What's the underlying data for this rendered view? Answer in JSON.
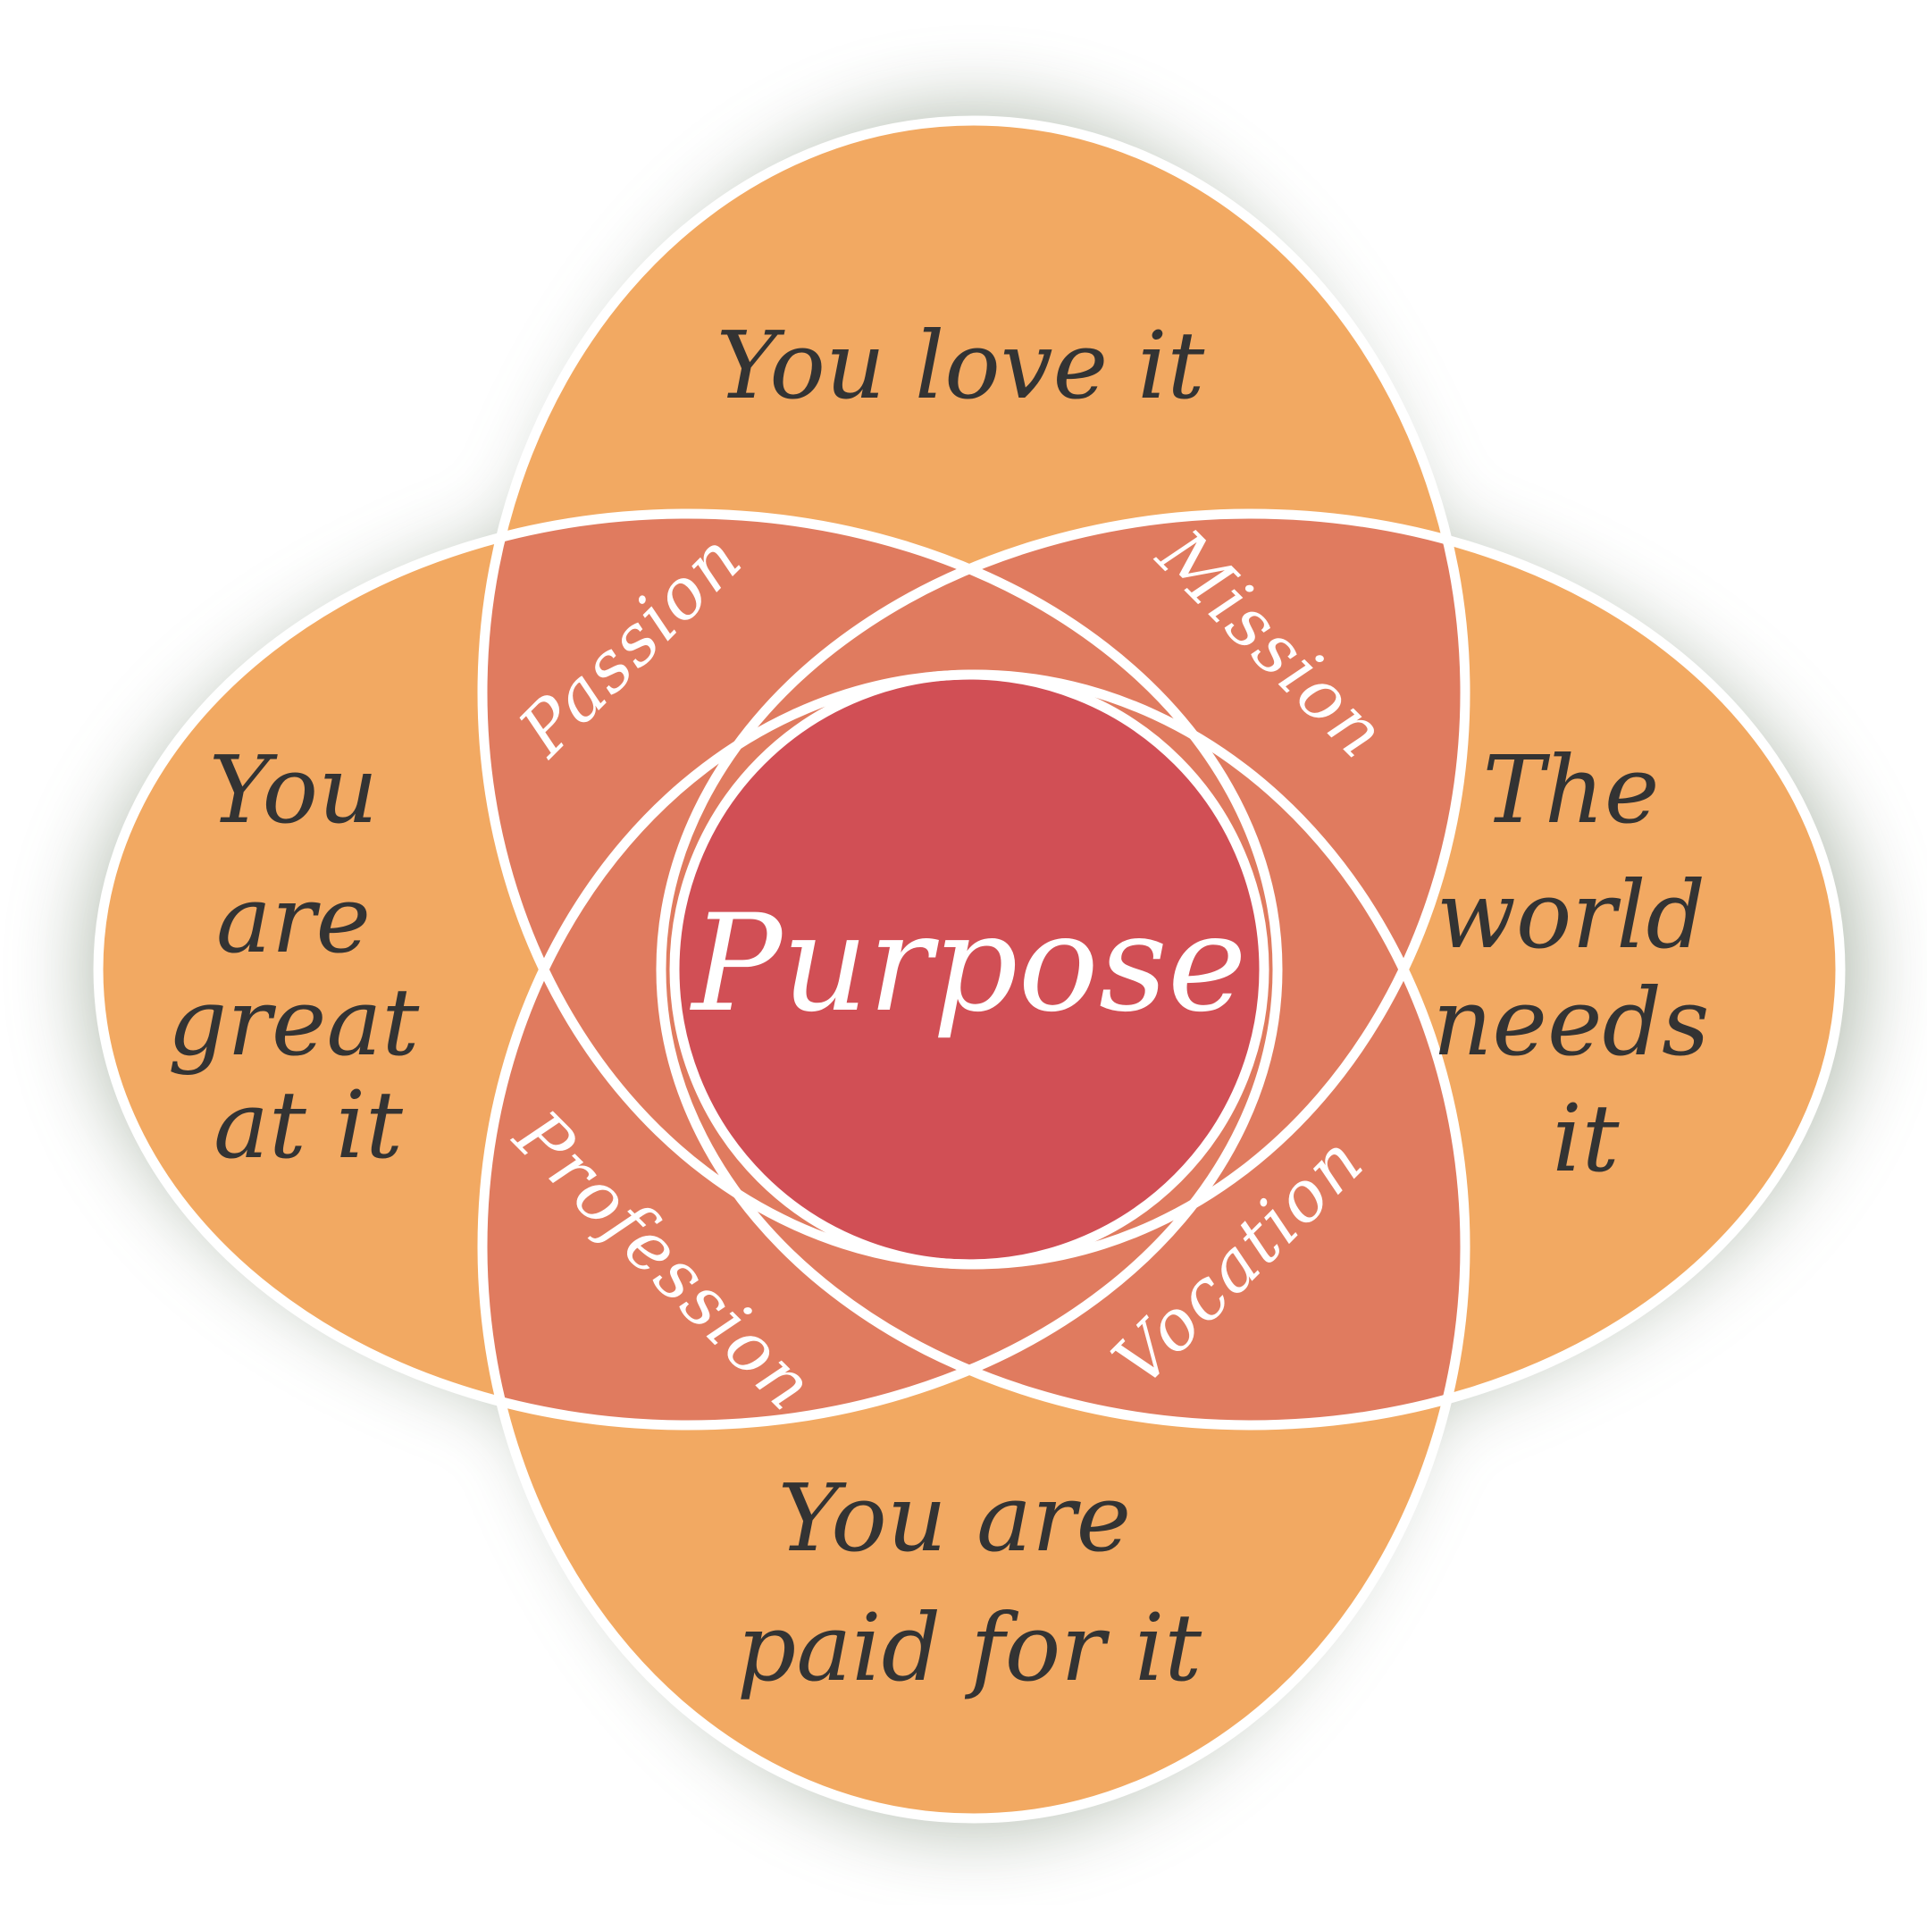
{
  "diagram": {
    "center": {
      "label": "Purpose"
    },
    "petals": {
      "top": {
        "lines": [
          "You love it"
        ]
      },
      "left": {
        "lines": [
          "You",
          "are",
          "great",
          "at it"
        ]
      },
      "right": {
        "lines": [
          "The",
          "world",
          "needs",
          "it"
        ]
      },
      "bottom": {
        "lines": [
          "You are",
          "paid for it"
        ]
      }
    },
    "intersections": {
      "passion": "Passion",
      "mission": "Mission",
      "profession": "Profession",
      "vocation": "Vocation"
    }
  },
  "colors": {
    "petal_orange": "#F2A962",
    "overlap_coral": "#E07B5F",
    "center_red": "#D14F55",
    "outline": "#FFFFFF",
    "text_dark": "#333333",
    "shadow": "#6E8068"
  }
}
